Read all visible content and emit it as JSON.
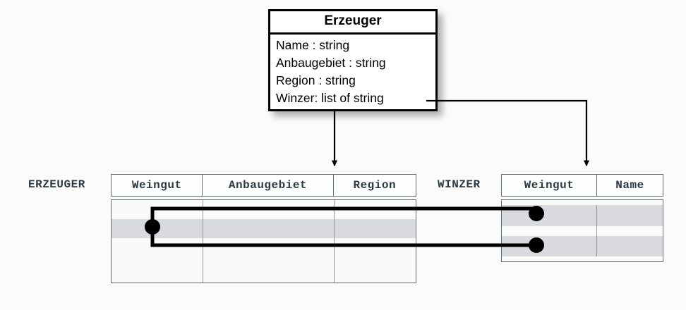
{
  "diagram": {
    "uml_class": {
      "title": "Erzeuger",
      "attributes": [
        "Name : string",
        "Anbaugebiet : string",
        "Region : string",
        "Winzer: list of string"
      ]
    },
    "tables": [
      {
        "name": "ERZEUGER",
        "columns": [
          "Weingut",
          "Anbaugebiet",
          "Region"
        ],
        "row_count": 4,
        "highlighted_rows": [
          2
        ]
      },
      {
        "name": "WINZER",
        "columns": [
          "Weingut",
          "Name"
        ],
        "row_count": 3,
        "highlighted_rows": [
          1,
          3
        ]
      }
    ],
    "connectors": {
      "mapping_arrow_labels": [
        "class-to-erzeuger",
        "winzer-attribute-to-winzer-table"
      ],
      "relationship_link_label": "erzeuger-row-to-winzer-rows"
    }
  },
  "colors": {
    "highlight": "#d8dade",
    "table_text": "#2b3a42",
    "table_border": "#5d6f73",
    "uml_border": "#000000",
    "link": "#000000",
    "background": "#fbfbfb"
  }
}
